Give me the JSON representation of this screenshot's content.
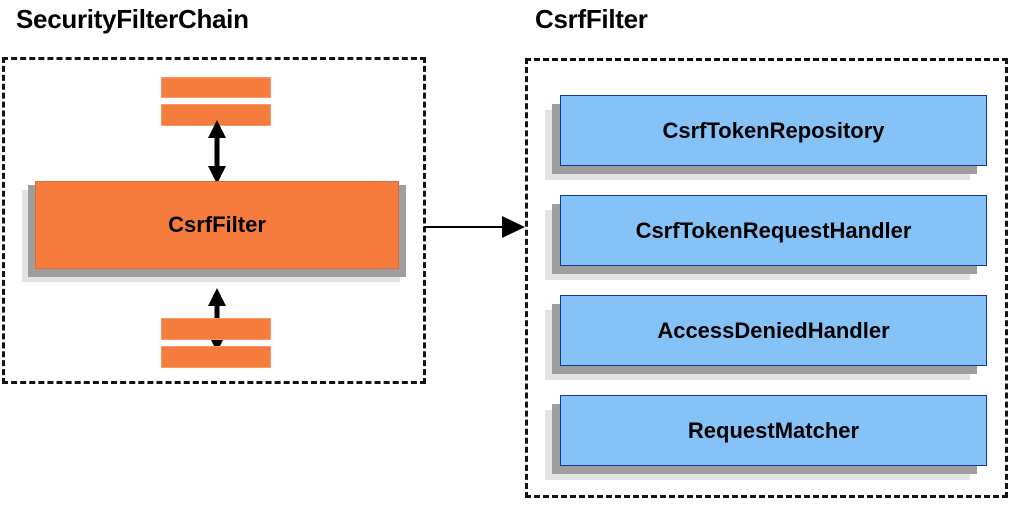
{
  "diagram": {
    "title_left": "SecurityFilterChain",
    "title_right": "CsrfFilter",
    "colors": {
      "orange_fill": "#f57c3c",
      "orange_border": "#e2673a",
      "blue_fill": "#85c2f7",
      "blue_border": "#19339c",
      "shadow_near": "#9e9e9e",
      "shadow_far": "#e3e3e3",
      "line": "#000000",
      "background": "#ffffff"
    },
    "left_panel": {
      "label": "SecurityFilterChain",
      "top_bars": [
        "filter-bar-top-1",
        "filter-bar-top-2"
      ],
      "main_box": "CsrfFilter",
      "bottom_bars": [
        "filter-bar-bottom-1",
        "filter-bar-bottom-2"
      ],
      "arrow_top": "double-headed-vertical-arrow",
      "arrow_bottom": "double-headed-vertical-arrow"
    },
    "connector": {
      "kind": "single-headed-horizontal-arrow",
      "from": "SecurityFilterChain",
      "to": "CsrfFilter"
    },
    "right_panel": {
      "label": "CsrfFilter",
      "collaborators": [
        {
          "label": "CsrfTokenRepository"
        },
        {
          "label": "CsrfTokenRequestHandler"
        },
        {
          "label": "AccessDeniedHandler"
        },
        {
          "label": "RequestMatcher"
        }
      ]
    }
  }
}
